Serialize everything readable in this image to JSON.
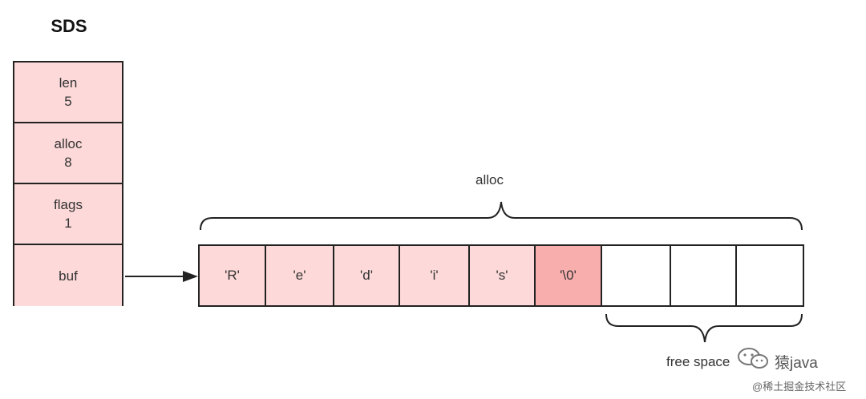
{
  "title": "SDS",
  "struct_fields": [
    {
      "name": "len",
      "value": "5"
    },
    {
      "name": "alloc",
      "value": "8"
    },
    {
      "name": "flags",
      "value": "1"
    },
    {
      "name": "buf",
      "value": ""
    }
  ],
  "buffer_cells": [
    {
      "text": "'R'",
      "kind": "used"
    },
    {
      "text": "'e'",
      "kind": "used"
    },
    {
      "text": "'d'",
      "kind": "used"
    },
    {
      "text": "'i'",
      "kind": "used"
    },
    {
      "text": "'s'",
      "kind": "used"
    },
    {
      "text": "'\\0'",
      "kind": "terminator"
    },
    {
      "text": "",
      "kind": "free"
    },
    {
      "text": "",
      "kind": "free"
    },
    {
      "text": "",
      "kind": "free"
    }
  ],
  "labels": {
    "alloc_brace": "alloc",
    "free_brace": "free space"
  },
  "colors": {
    "struct_fill": "#fdd9d9",
    "used_fill": "#fdd9d9",
    "terminator_fill": "#f9aeae",
    "free_fill": "#ffffff",
    "stroke": "#222222"
  },
  "watermark": {
    "main": "猿java",
    "sub": "@稀土掘金技术社区"
  }
}
